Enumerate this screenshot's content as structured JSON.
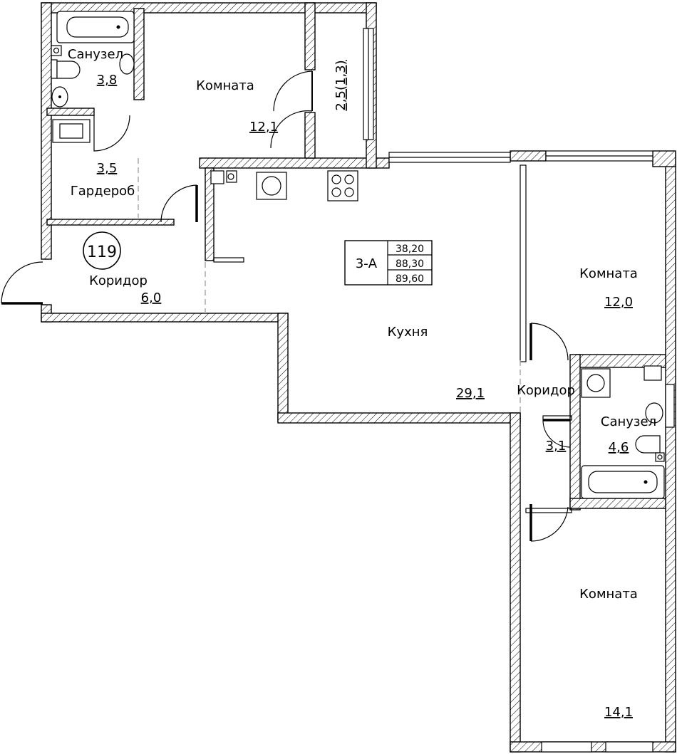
{
  "unit_number": "119",
  "unit_type": "3-А",
  "areas_box": [
    "38,20",
    "88,30",
    "89,60"
  ],
  "rooms": [
    {
      "id": "bath1",
      "name": "Санузел",
      "area": "3,8"
    },
    {
      "id": "room1",
      "name": "Комната",
      "area": "12,1"
    },
    {
      "id": "balcony",
      "name": "",
      "area": "2,5(1,3)"
    },
    {
      "id": "wardrobe",
      "name": "Гардероб",
      "area": "3,5"
    },
    {
      "id": "corridor1",
      "name": "Коридор",
      "area": "6,0"
    },
    {
      "id": "kitchen",
      "name": "Кухня",
      "area": "29,1"
    },
    {
      "id": "room2",
      "name": "Комната",
      "area": "12,0"
    },
    {
      "id": "corridor2",
      "name": "Коридор",
      "area": "3,1"
    },
    {
      "id": "bath2",
      "name": "Санузел",
      "area": "4,6"
    },
    {
      "id": "room3",
      "name": "Комната",
      "area": "14,1"
    }
  ]
}
